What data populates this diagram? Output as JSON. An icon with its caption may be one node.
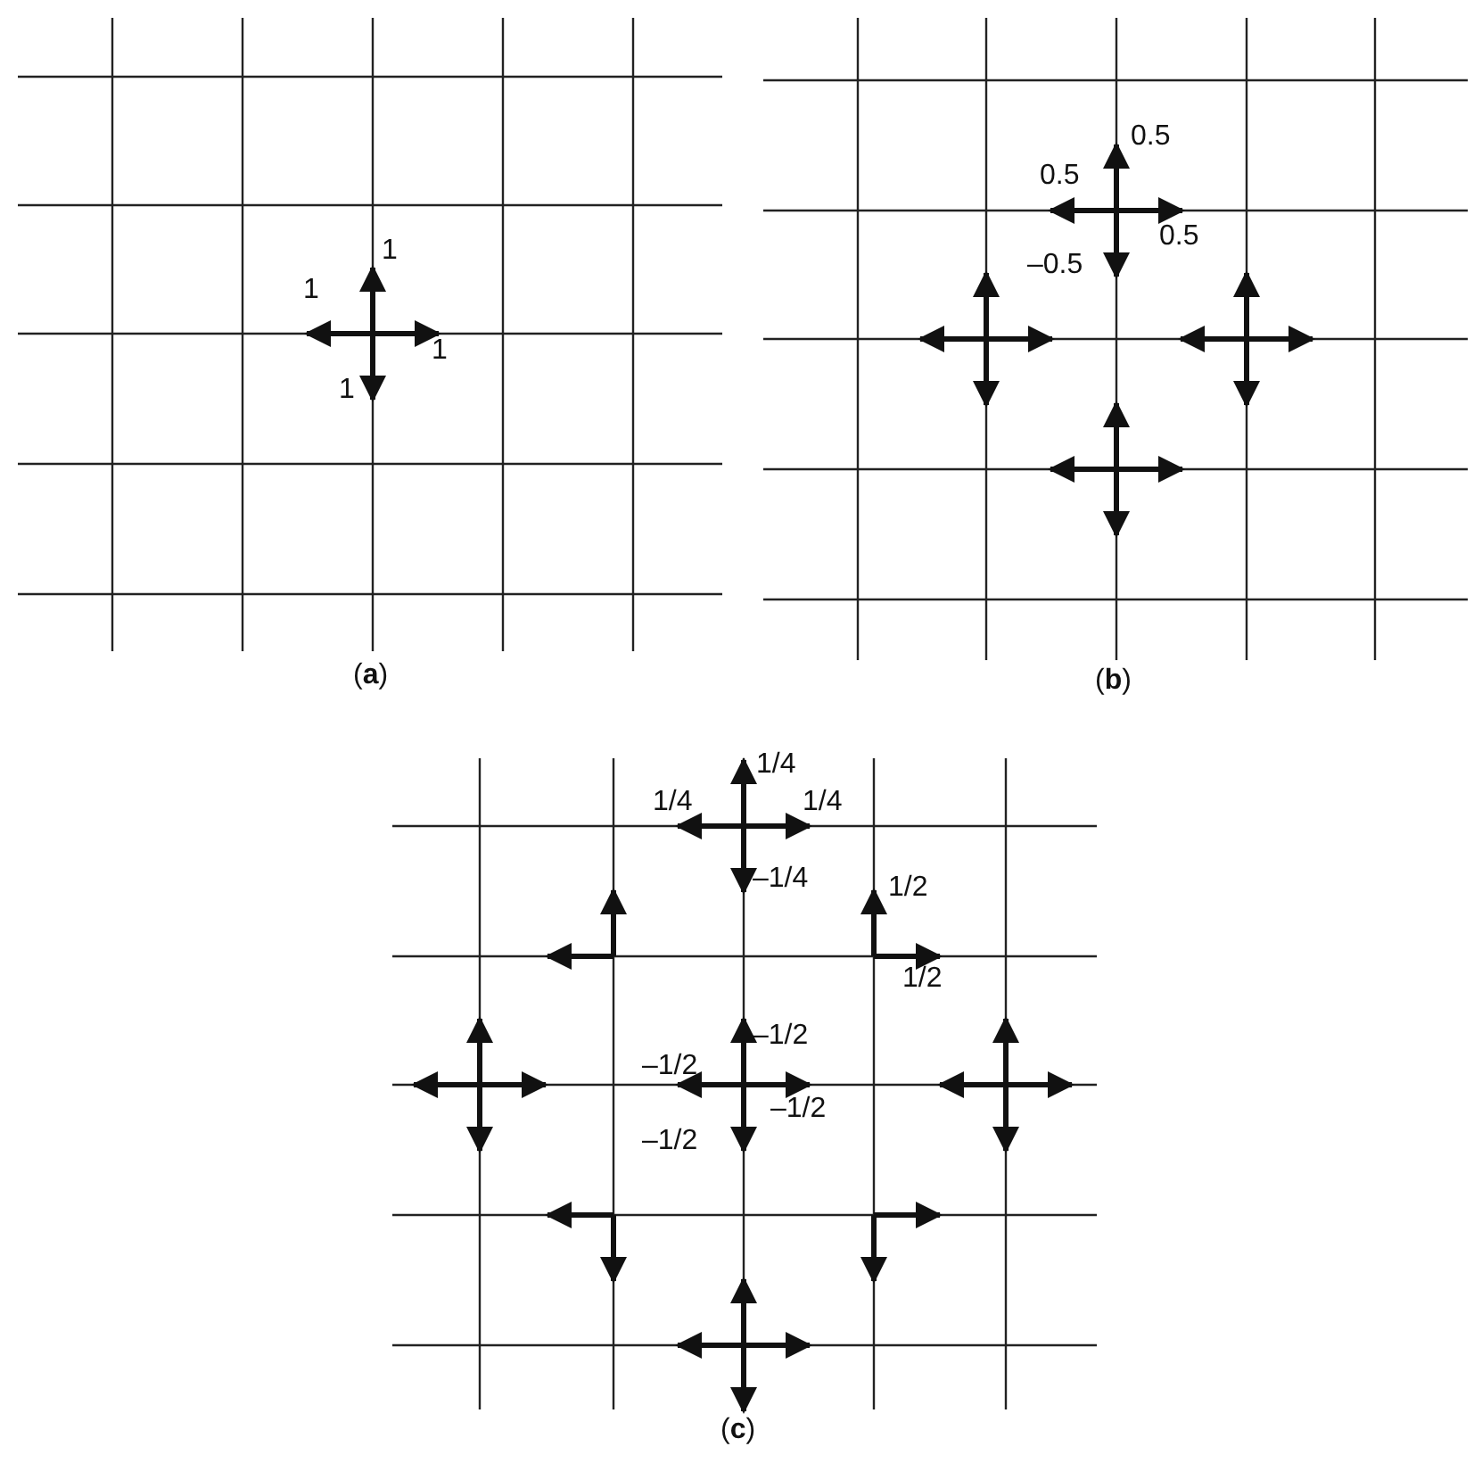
{
  "diagram": {
    "labels": [
      "1",
      "1",
      "1",
      "1",
      "(**a**)",
      "0.5",
      "0.5",
      "0.5",
      "–0.5",
      "(**b**)",
      "1/4",
      "1/4",
      "1/4",
      "–1/4",
      "1/2",
      "1/2",
      "–1/2",
      "–1/2",
      "–1/2",
      "–1/2",
      "(**c**)"
    ]
  }
}
